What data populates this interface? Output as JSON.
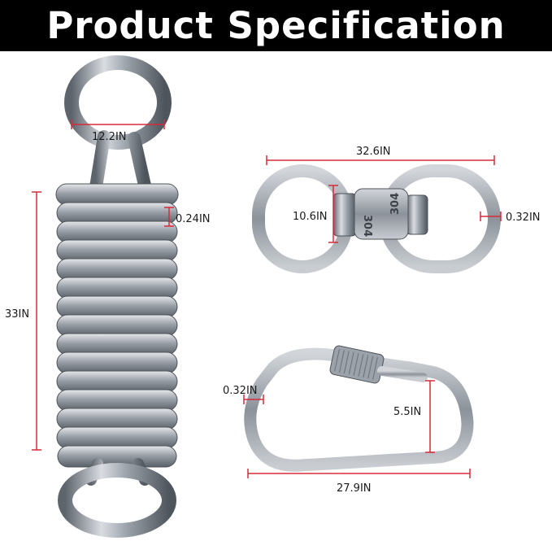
{
  "header": {
    "title": "Product Specification"
  },
  "colors": {
    "banner_bg": "#000000",
    "banner_text": "#ffffff",
    "dimension_line": "#d62b3a",
    "metal": "#8a9099"
  },
  "spring": {
    "loop_diameter": "12.2IN",
    "wire_thickness": "0.24IN",
    "length": "33IN"
  },
  "swivel": {
    "length": "32.6IN",
    "inner_height": "10.6IN",
    "wire_thickness": "0.32IN",
    "stamp_left": "304",
    "stamp_right": "304"
  },
  "carabiner": {
    "wire_thickness": "0.32IN",
    "gate_height": "5.5IN",
    "length": "27.9IN"
  }
}
